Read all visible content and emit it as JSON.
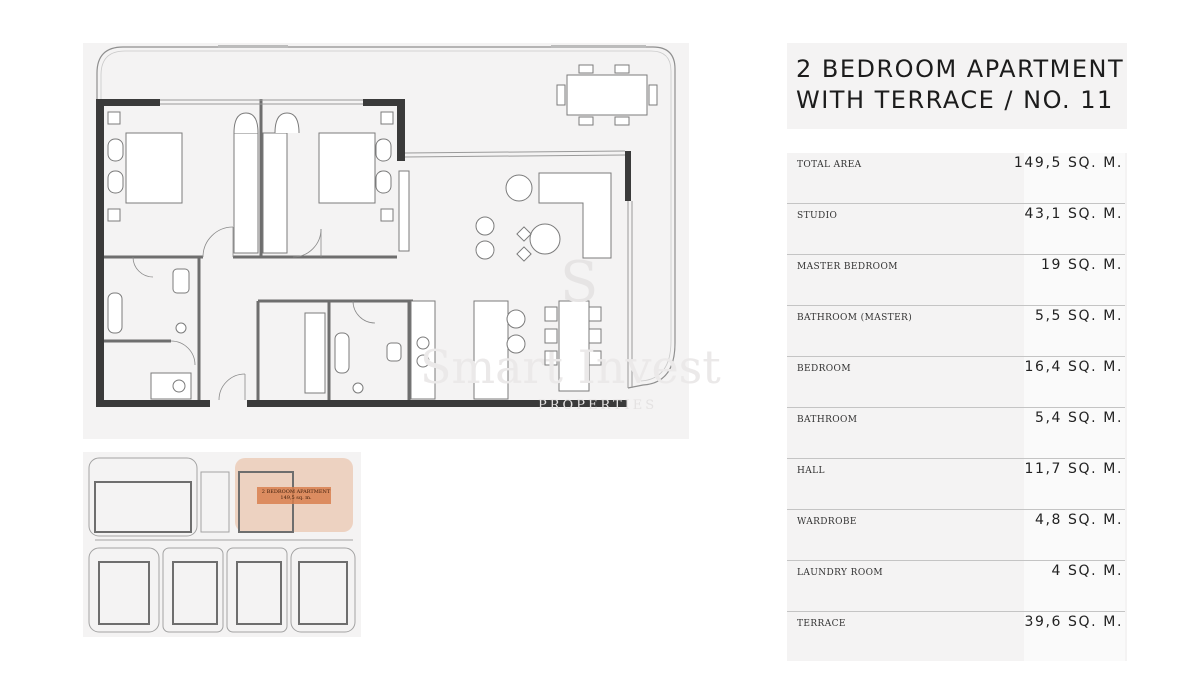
{
  "title": {
    "line1": "2 BEDROOM APARTMENT",
    "line2": "WITH TERRACE / NO. 11"
  },
  "areas": [
    {
      "label": "TOTAL AREA",
      "value": "149,5 SQ. M."
    },
    {
      "label": "STUDIO",
      "value": "43,1 SQ. M."
    },
    {
      "label": "MASTER BEDROOM",
      "value": "19 SQ. M."
    },
    {
      "label": "BATHROOM (MASTER)",
      "value": "5,5 SQ. M."
    },
    {
      "label": "BEDROOM",
      "value": "16,4 SQ. M."
    },
    {
      "label": "BATHROOM",
      "value": "5,4 SQ. M."
    },
    {
      "label": "HALL",
      "value": "11,7 SQ. M."
    },
    {
      "label": "WARDROBE",
      "value": "4,8 SQ. M."
    },
    {
      "label": "LAUNDRY ROOM",
      "value": "4 SQ. M."
    },
    {
      "label": "TERRACE",
      "value": "39,6 SQ. M."
    }
  ],
  "key_plan": {
    "highlight_label": "2 BEDROOM APARTMENT",
    "highlight_area": "149,5 sq. m.",
    "highlight_color": "#e8b797"
  },
  "watermark": {
    "logo_letter": "S",
    "brand": "Smart Invest",
    "sub": "PROPERTIES"
  }
}
